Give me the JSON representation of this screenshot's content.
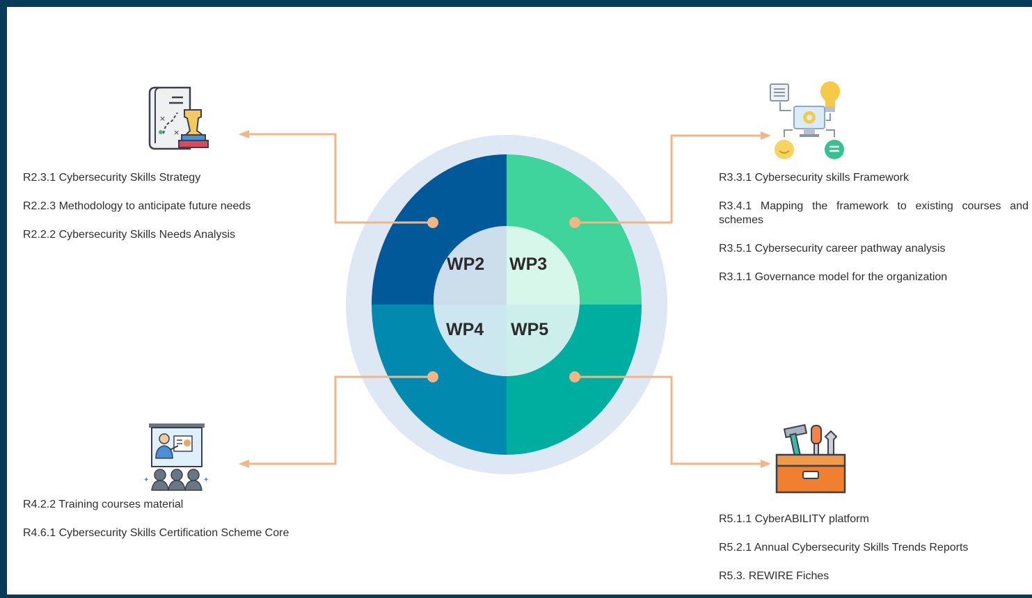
{
  "colors": {
    "frame": "#063b5a",
    "wp2": "#02599a",
    "wp3": "#3ed49c",
    "wp4": "#0289b0",
    "wp5": "#00ae9f",
    "halo": "#dde8f4",
    "connector": "#f2b685"
  },
  "wheel": {
    "wp2": "WP2",
    "wp3": "WP3",
    "wp4": "WP4",
    "wp5": "WP5"
  },
  "wp2": {
    "icon": "strategy-document-chess-icon",
    "results": [
      "R2.3.1 Cybersecurity Skills Strategy",
      "R2.2.3 Methodology to anticipate future needs",
      "R2.2.2 Cybersecurity Skills Needs Analysis"
    ]
  },
  "wp3": {
    "icon": "framework-mapping-icon",
    "results": [
      "R3.3.1 Cybersecurity skills Framework",
      "R3.4.1 Mapping the framework to existing courses and schemes",
      "R3.5.1 Cybersecurity career pathway analysis",
      "R3.1.1 Governance model for the organization"
    ]
  },
  "wp4": {
    "icon": "training-presentation-icon",
    "results": [
      "R4.2.2 Training courses material",
      "R4.6.1 Cybersecurity Skills Certification Scheme Core"
    ]
  },
  "wp5": {
    "icon": "toolbox-icon",
    "results": [
      "R5.1.1 CyberABILITY platform",
      "R5.2.1 Annual Cybersecurity Skills Trends Reports",
      "R5.3. REWIRE Fiches"
    ]
  }
}
